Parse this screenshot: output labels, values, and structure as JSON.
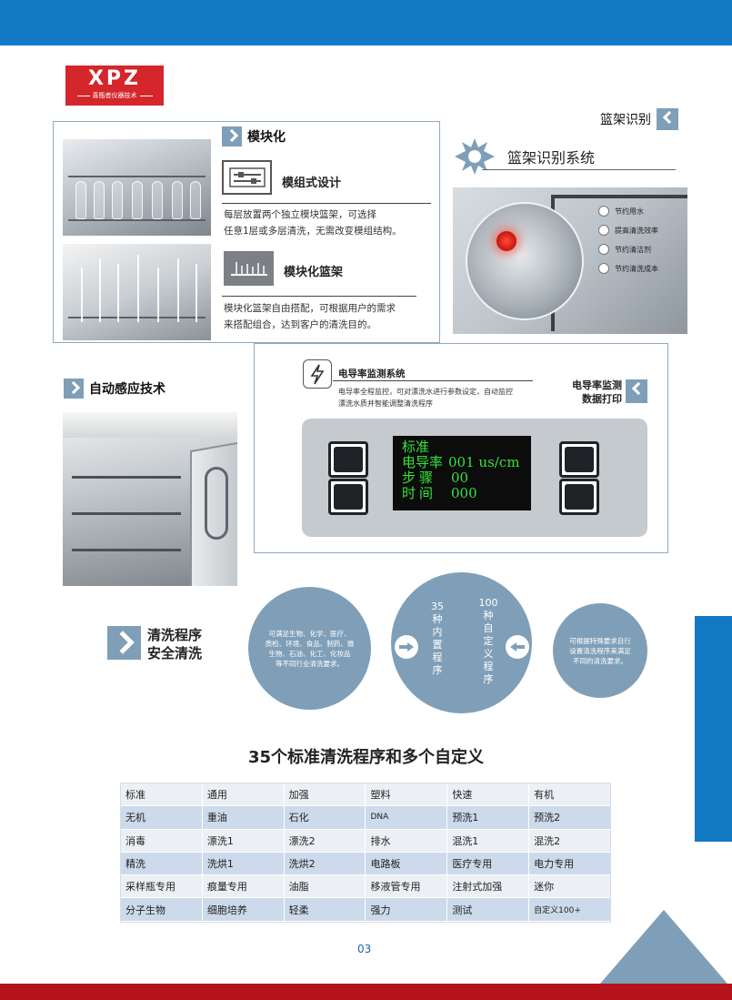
{
  "colors": {
    "brand_blue": "#1479c4",
    "accent_gray_blue": "#7f9fb8",
    "brand_red": "#d4262b",
    "lcd_green": "#34e23a"
  },
  "logo": {
    "mark": "XPZ",
    "subtitle": "喜瓶者仪器技术"
  },
  "modular": {
    "heading": "模块化",
    "design": {
      "title": "模组式设计",
      "desc": [
        "每层放置两个独立模块篮架，可选择",
        "任意1层或多层清洗，无需改变模组结构。"
      ]
    },
    "rack": {
      "title": "模块化篮架",
      "desc": [
        "模块化篮架自由搭配，可根据用户的需求",
        "来搭配组合，达到客户的清洗目的。"
      ]
    }
  },
  "basket_id": {
    "tag": "篮架识别",
    "system_title": "篮架识别系统",
    "bubbles": [
      "节约用水",
      "提高清洗效率",
      "节约清洁剂",
      "节约清洗成本"
    ]
  },
  "conductivity": {
    "title": "电导率监测系统",
    "desc": [
      "电导率全程监控，可对漂洗水进行参数设定，自动监控",
      "漂洗水质并智能调整清洗程序"
    ],
    "tag": [
      "电导率监测",
      "数据打印"
    ],
    "lcd": [
      {
        "label": "标准",
        "value": ""
      },
      {
        "label": "电导率",
        "value": "001 us/cm"
      },
      {
        "label": "步骤",
        "value": "00"
      },
      {
        "label": "时间",
        "value": "000"
      }
    ]
  },
  "auto_sense": {
    "heading": "自动感应技术"
  },
  "programs": {
    "heading": [
      "清洗程序",
      "安全清洗"
    ],
    "left_circle": [
      "可满足生物、化学、医疗、",
      "质检、环境、食品、制药、微",
      "生物、石油、化工、化妆品",
      "等不同行业清洗要求。"
    ],
    "center_col1": [
      "35",
      "种",
      "内",
      "置",
      "程",
      "序"
    ],
    "center_col2": [
      "100",
      "种",
      "自",
      "定",
      "义",
      "程",
      "序"
    ],
    "right_circle": [
      "可根据特殊要求自行",
      "设置清洗程序来满足",
      "不同的清洗要求。"
    ]
  },
  "table": {
    "title": "35个标准清洗程序和多个自定义",
    "rows": [
      [
        "标准",
        "通用",
        "加强",
        "塑料",
        "快速",
        "有机"
      ],
      [
        "无机",
        "重油",
        "石化",
        "DNA",
        "预洗1",
        "预洗2"
      ],
      [
        "消毒",
        "漂洗1",
        "漂洗2",
        "排水",
        "混洗1",
        "混洗2"
      ],
      [
        "精洗",
        "洗烘1",
        "洗烘2",
        "电路板",
        "医疗专用",
        "电力专用"
      ],
      [
        "采样瓶专用",
        "痕量专用",
        "油脂",
        "移液管专用",
        "注射式加强",
        "迷你"
      ],
      [
        "分子生物",
        "细胞培养",
        "轻柔",
        "强力",
        "测试",
        "自定义100+"
      ]
    ]
  },
  "page_number": "03"
}
